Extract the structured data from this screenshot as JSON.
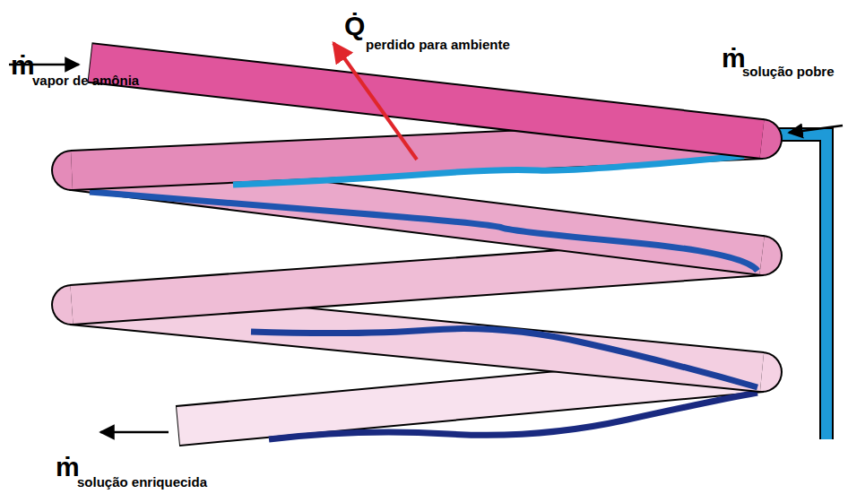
{
  "diagram": {
    "labels": [
      "ṁ",
      "vapor de amônia",
      "Q̇",
      "perdido para ambiente",
      "ṁ",
      "solução pobre",
      "ṁ",
      "solução enriquecida"
    ]
  }
}
